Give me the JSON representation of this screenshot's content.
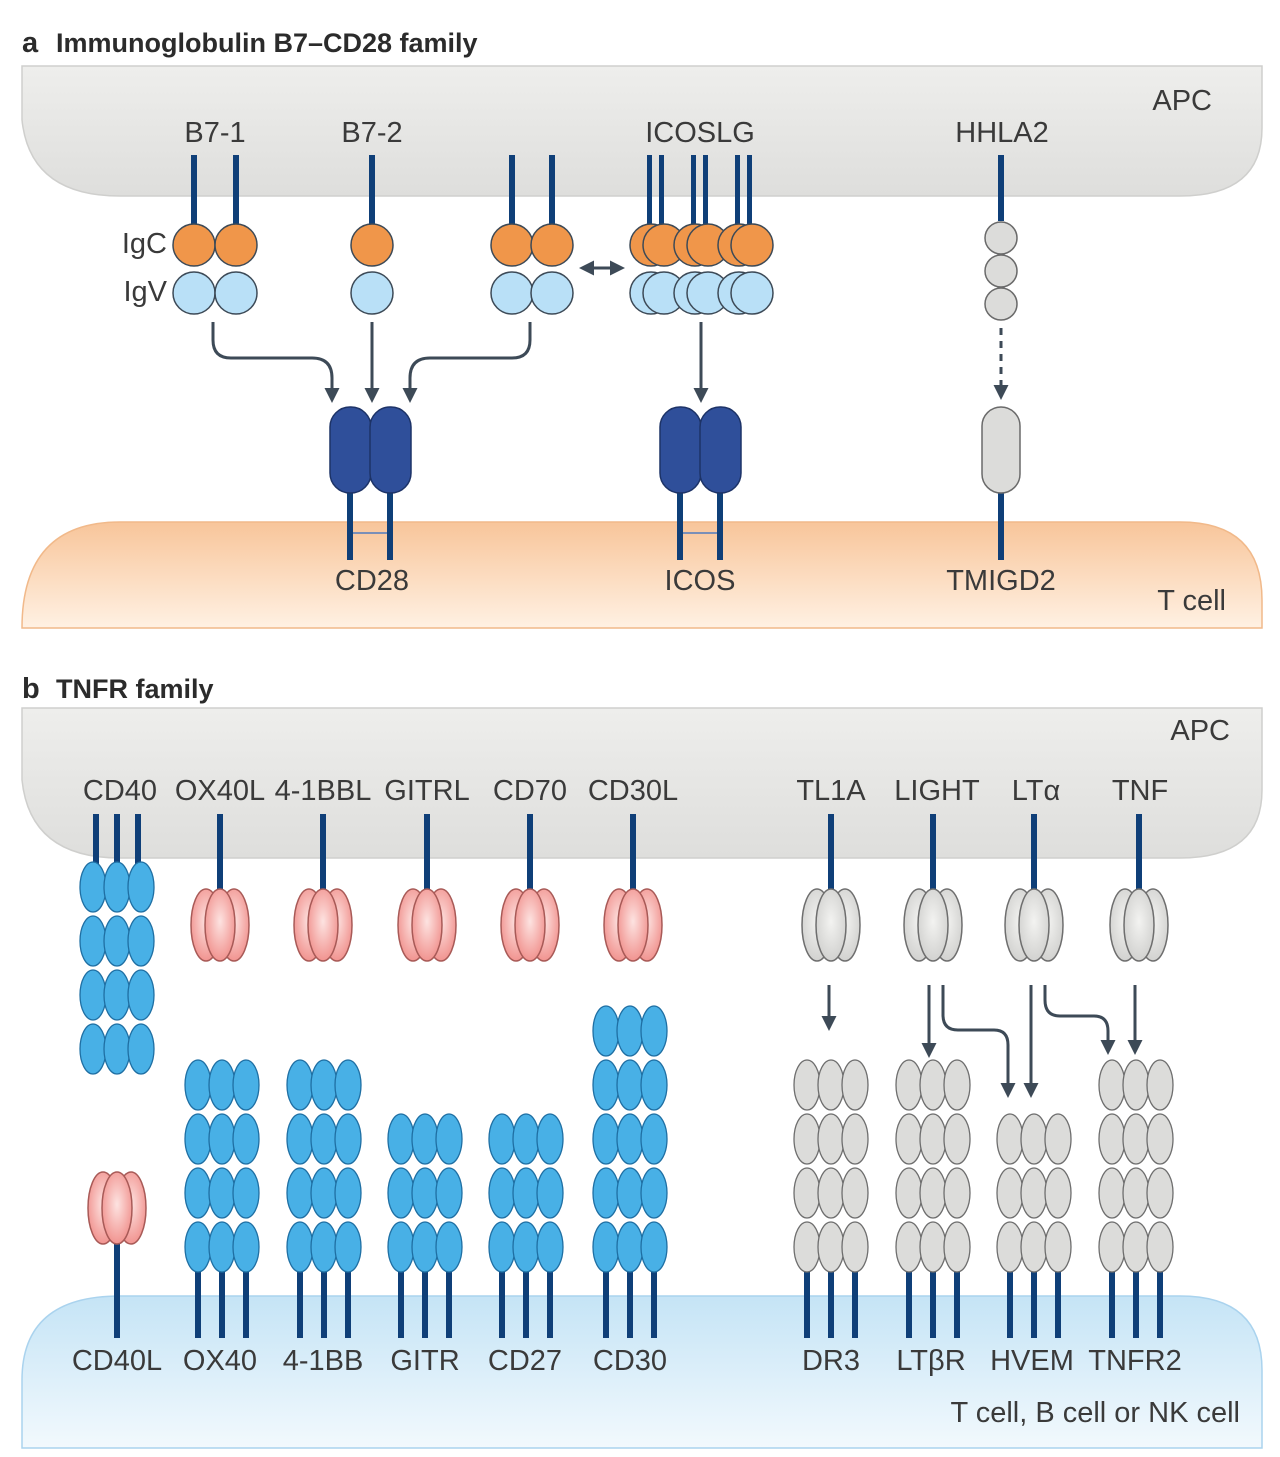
{
  "colors": {
    "stalk": "#0f3f78",
    "igc": "#f0964a",
    "igv": "#b9e0f7",
    "receptor_dark": "#2f4f9a",
    "tnf_blue": "#48b0e6",
    "tnf_pink": "#f39a96",
    "grey": "#dcdcda",
    "apc_membrane": "#e7e7e5",
    "tcell_membrane_a": "#fcd9b6",
    "tcell_membrane_b": "#d6ecf8",
    "arrow": "#3d4a57"
  },
  "panel_a": {
    "letter": "a",
    "title": "Immunoglobulin B7–CD28 family",
    "apc_label": "APC",
    "cell_label": "T cell",
    "domain_labels": {
      "igc": "IgC",
      "igv": "IgV"
    },
    "ligands": {
      "b7_1": "B7-1",
      "b7_2": "B7-2",
      "icoslg": "ICOSLG",
      "hhla2": "HHLA2"
    },
    "receptors": {
      "cd28": "CD28",
      "icos": "ICOS",
      "tmigd2": "TMIGD2"
    }
  },
  "panel_b": {
    "letter": "b",
    "title": "TNFR family",
    "apc_label": "APC",
    "cell_label": "T cell, B cell or NK cell",
    "ligands": {
      "cd40": "CD40",
      "ox40l": "OX40L",
      "4_1bbl": "4-1BBL",
      "gitrl": "GITRL",
      "cd70": "CD70",
      "cd30l": "CD30L",
      "tl1a": "TL1A",
      "light": "LIGHT",
      "lta": "LTα",
      "tnf": "TNF"
    },
    "receptors": {
      "cd40l": "CD40L",
      "ox40": "OX40",
      "4_1bb": "4-1BB",
      "gitr": "GITR",
      "cd27": "CD27",
      "cd30": "CD30",
      "dr3": "DR3",
      "ltbr": "LTβR",
      "hvem": "HVEM",
      "tnfr2": "TNFR2"
    }
  }
}
